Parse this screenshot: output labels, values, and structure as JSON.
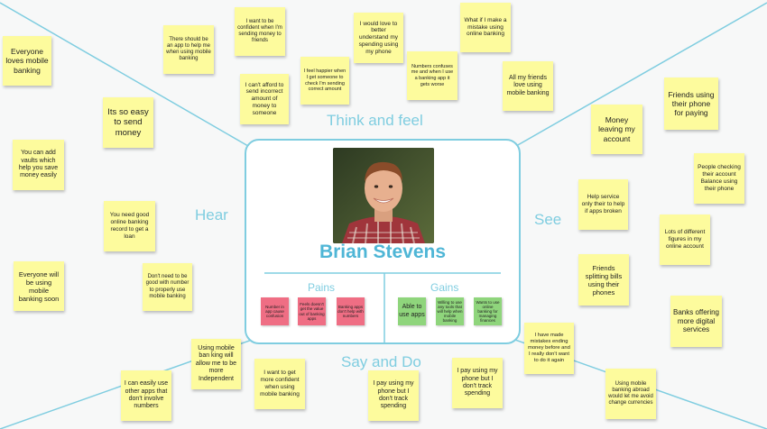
{
  "quadrants": {
    "think_feel": "Think and feel",
    "hear": "Hear",
    "see": "See",
    "say_do": "Say and Do"
  },
  "persona": {
    "name": "Brian Stevens",
    "pains_label": "Pains",
    "gains_label": "Gains",
    "pains": [
      "Number in app cause confusion",
      "Feels doesn't get the value out of banking apps",
      "Banking apps don't help with numbers"
    ],
    "gains": [
      "Able to use apps",
      "Willing to use any tools that will help when mobile banking",
      "Wants to use online banking for managing finances"
    ]
  },
  "notes": {
    "everyone_loves": "Everyone loves mobile banking",
    "so_easy": "Its so easy to send money",
    "vaults": "You can add vaults which help you save money easily",
    "credit_record": "You need good online banking record to get a loan",
    "everyone_soon": "Everyone will be using mobile banking soon",
    "proper_use": "Don't need to be good with number to properly use mobile banking",
    "app_help": "There should be an app to help me when using mobile banking",
    "confident_sending": "I want to be confident when I'm sending money to friends",
    "cant_afford": "I can't afford to send incorrect amount of money to someone",
    "feel_happier": "I feel happier when I get someone to check I'm sending correct amount",
    "understand_spending": "I would love to better understand my spending using my phone",
    "numbers_confuse": "Numbers confuses me and when I use a banking app it gets worse",
    "what_if_mistake": "What if I make a mistake using online banking",
    "friends_love": "All my friends love using mobile banking",
    "friends_phone": "Friends using their phone for paying",
    "money_leaving": "Money leaving my account",
    "people_checking": "People checking their account Balance using their phone",
    "help_service": "Help service only their to help if apps broken",
    "lots_figures": "Lots of different figures in my online account",
    "friends_splitting": "Friends splitting bills using their phones",
    "banks_offering": "Banks offering more digital services",
    "easily_use": "I can easily use other apps that don't involve numbers",
    "banking_allow": "Using mobile ban king will allow me to be more Independent",
    "more_confident": "I want to get more confident when using mobile banking",
    "pay_phone_1": "I pay using my phone but I don't track spending",
    "pay_phone_2": "I pay using my phone but I don't track spending",
    "made_mistakes": "I have made mistakes ending money before and I really don't want to do it again",
    "banking_abroad": "Using mobile banking abroad would let me avoid change currencies"
  },
  "colors": {
    "accent": "#7fcde0",
    "name": "#4fb6d6",
    "sticky": "#fdfb9d",
    "pain": "#ef6e84",
    "gain": "#8fd57c"
  }
}
